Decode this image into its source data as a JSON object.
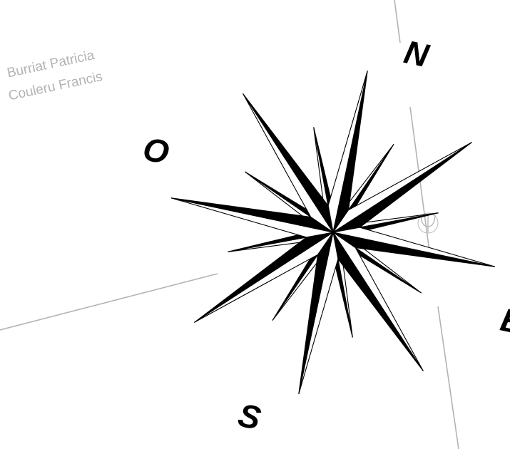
{
  "credits": {
    "line1": "Burriat Patricia",
    "line2": "Couleru Francis"
  },
  "compass": {
    "north": "N",
    "south": "S",
    "east": "E",
    "west": "O"
  },
  "colors": {
    "ink": "#000000",
    "grid_line": "#b3b3b3",
    "watermark": "#b3b3b3"
  },
  "icons": [
    "compass-rose-icon",
    "trident-watermark-icon"
  ]
}
